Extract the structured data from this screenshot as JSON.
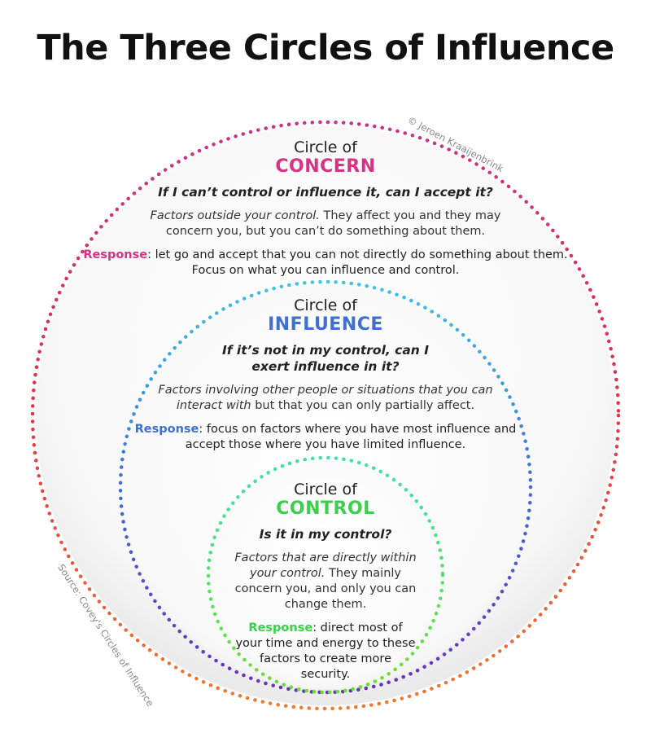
{
  "title": "The Three Circles of Influence",
  "copyright": "© Jeroen Kraaijenbrink",
  "source": "Source: Covey's Circles of Influence",
  "circles": {
    "concern": {
      "prefix": "Circle of",
      "name": "CONCERN",
      "question": "If I can’t control or influence it, can I accept it?",
      "desc_italic": "Factors outside your control.",
      "desc_rest": " They affect you and they may concern you, but you can’t do something about them.",
      "response_label": "Response",
      "response_text": ": let go and accept that you can not directly do something about them. Focus on what you can influence and control.",
      "color": "#d63384"
    },
    "influence": {
      "prefix": "Circle of",
      "name": "INFLUENCE",
      "question": "If it’s not in my control, can I exert influence in it?",
      "desc_italic": "Factors involving other people or situations that you can interact with",
      "desc_rest": " but that you can only partially affect.",
      "response_label": "Response",
      "response_text": ": focus on factors where you have most influence and accept those where you have limited influence.",
      "color": "#3f6fd1"
    },
    "control": {
      "prefix": "Circle of",
      "name": "CONTROL",
      "question": "Is it in my control?",
      "desc_italic": "Factors that are directly within your control.",
      "desc_rest": " They mainly concern you, and only you can change them.",
      "response_label": "Response",
      "response_text": ": direct most of your time and energy to these factors to create more security.",
      "color": "#3ccf4e"
    }
  }
}
